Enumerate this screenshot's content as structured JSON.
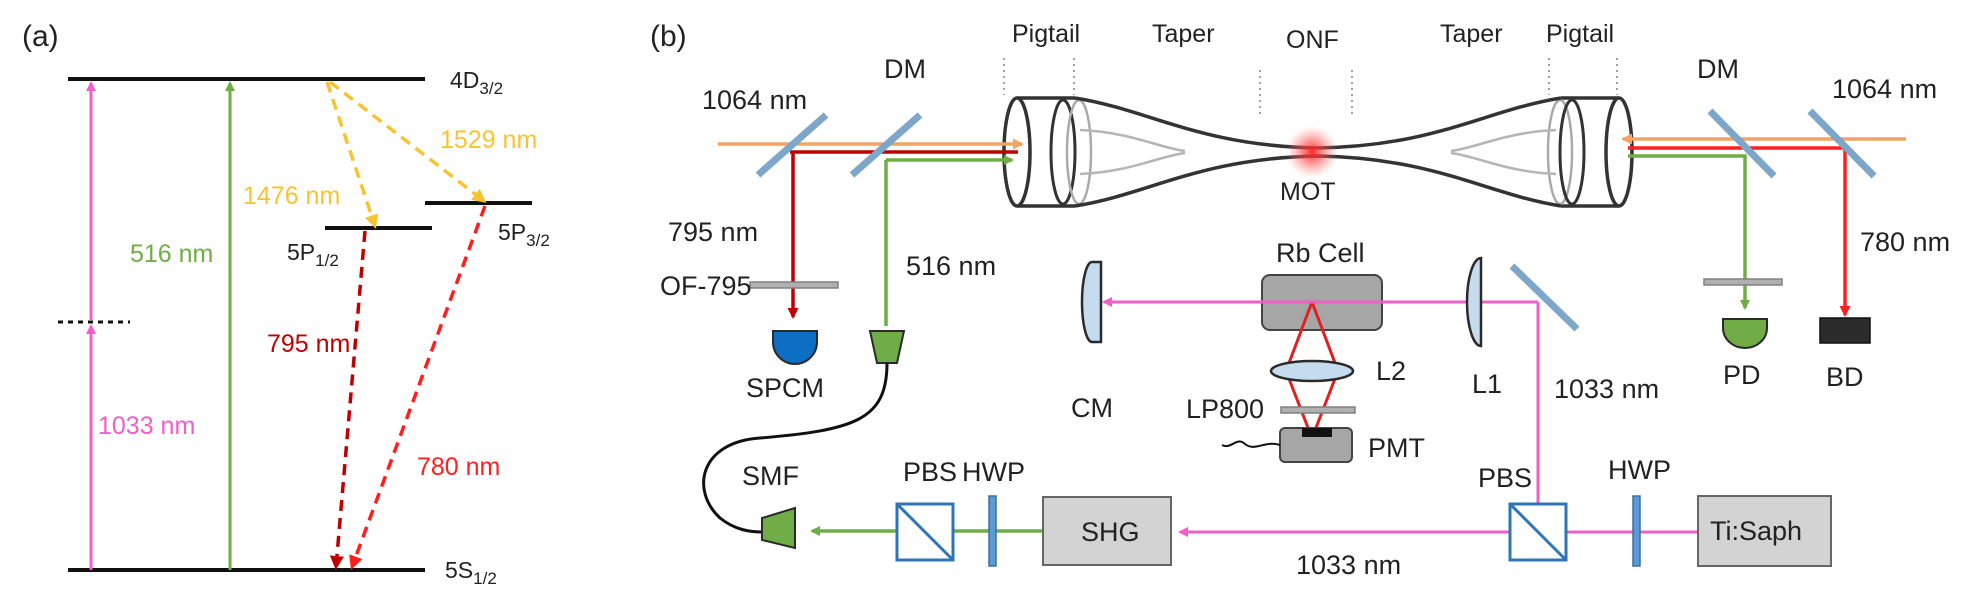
{
  "panel_a": {
    "label": "(a)",
    "states": {
      "d": {
        "main": "4D",
        "sub": "3/2"
      },
      "p32": {
        "main": "5P",
        "sub": "3/2"
      },
      "p12": {
        "main": "5P",
        "sub": "1/2"
      },
      "s": {
        "main": "5S",
        "sub": "1/2"
      }
    },
    "transitions": {
      "pump": "1033 nm",
      "ladder": "516 nm",
      "ir1": "1476 nm",
      "ir2": "1529 nm",
      "d1": "795 nm",
      "d2": "780 nm"
    }
  },
  "panel_b": {
    "label": "(b)",
    "fiber_labels": {
      "pigtail_left": "Pigtail",
      "taper_left": "Taper",
      "onf": "ONF",
      "taper_right": "Taper",
      "pigtail_right": "Pigtail",
      "mot": "MOT"
    },
    "components": {
      "dm_left": "DM",
      "dm_right": "DM",
      "laser_left": "1064 nm",
      "laser_right": "1064 nm",
      "wl_795": "795 nm",
      "wl_516": "516 nm",
      "wl_780": "780 nm",
      "filter_795": "OF-795",
      "spcm": "SPCM",
      "smf": "SMF",
      "pbs_left": "PBS",
      "hwp_left": "HWP",
      "shg": "SHG",
      "rb_cell": "Rb Cell",
      "l2": "L2",
      "lp800": "LP800",
      "pmt": "PMT",
      "cm": "CM",
      "l1": "L1",
      "wl_1033_upper": "1033 nm",
      "wl_1033_lower": "1033 nm",
      "pbs_right": "PBS",
      "hwp_right": "HWP",
      "ti_saph": "Ti:Saph",
      "pd": "PD",
      "bd": "BD"
    }
  },
  "colors": {
    "pink": "#f15fc7",
    "green": "#70ad47",
    "gold": "#f7c431",
    "dark_red": "#c00000",
    "red": "#ff1f1f",
    "orange": "#f4a460",
    "black": "#111111",
    "glass": "#c5dcef",
    "cube": "#2e75b6",
    "spcm_blue": "#0d6fc4",
    "pd_green": "#70ad47",
    "grey_box": "#bfbfbf",
    "dark_box": "#2b2b2b"
  }
}
